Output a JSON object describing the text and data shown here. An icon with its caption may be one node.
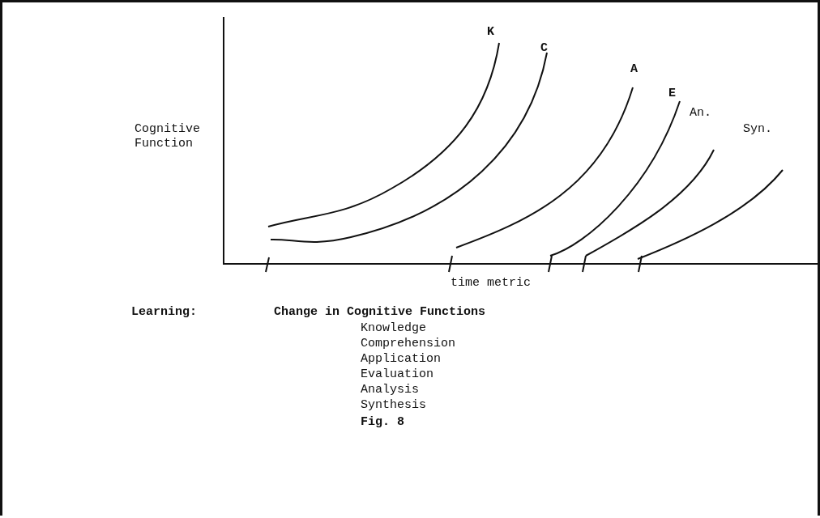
{
  "diagram": {
    "caption": "Fig. 8",
    "labels": [
      "K",
      "C",
      "A",
      "E",
      "Cognitive Function",
      "An.",
      "Syn.",
      "time metric",
      "Learning:",
      "Change in Cognitive Functions",
      "Knowledge",
      "Comprehension",
      "Application",
      "Evaluation",
      "Analysis",
      "Synthesis"
    ]
  }
}
